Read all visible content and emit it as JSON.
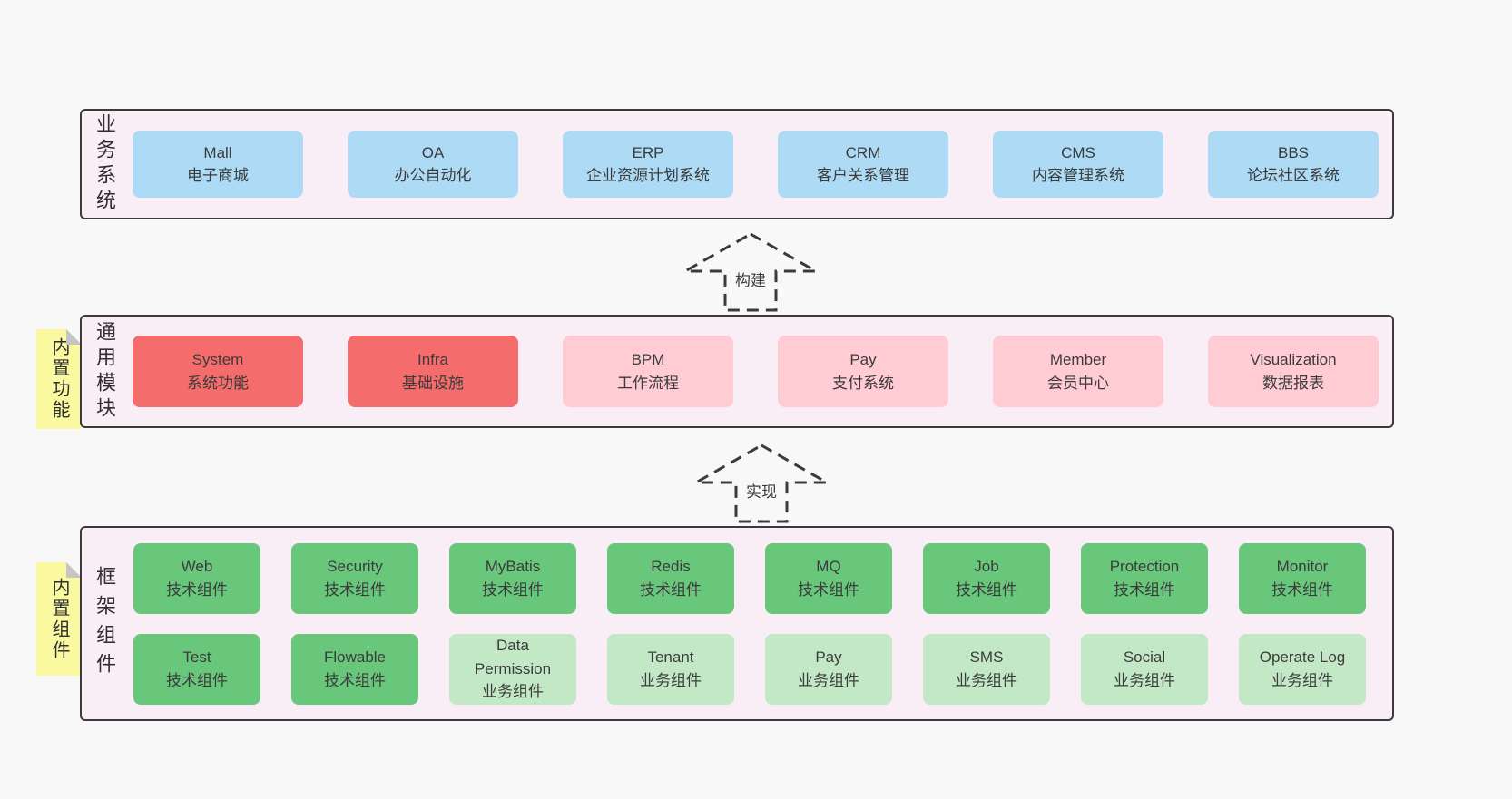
{
  "colors": {
    "page_bg": "#f8f8f8",
    "panel_bg": "#f9edf6",
    "panel_border": "#3a3a3a",
    "blue": "#addbf6",
    "red": "#f56c6c",
    "pink": "#ffccd3",
    "green_dark": "#68c77b",
    "green_light": "#c3e8c6",
    "yellow": "#fbf9a0",
    "fold": "#c5c5c5",
    "text": "#3b3b3b"
  },
  "arrows": {
    "build": "构建",
    "implement": "实现"
  },
  "sections": {
    "business": {
      "label": "业务系统",
      "boxes": [
        {
          "name": "Mall",
          "sub": "电子商城"
        },
        {
          "name": "OA",
          "sub": "办公自动化"
        },
        {
          "name": "ERP",
          "sub": "企业资源计划系统"
        },
        {
          "name": "CRM",
          "sub": "客户关系管理"
        },
        {
          "name": "CMS",
          "sub": "内容管理系统"
        },
        {
          "name": "BBS",
          "sub": "论坛社区系统"
        }
      ]
    },
    "modules": {
      "label": "通用模块",
      "sticky": "内置功能",
      "boxes": [
        {
          "name": "System",
          "sub": "系统功能"
        },
        {
          "name": "Infra",
          "sub": "基础设施"
        },
        {
          "name": "BPM",
          "sub": "工作流程"
        },
        {
          "name": "Pay",
          "sub": "支付系统"
        },
        {
          "name": "Member",
          "sub": "会员中心"
        },
        {
          "name": "Visualization",
          "sub": "数据报表"
        }
      ]
    },
    "components": {
      "label": "框架组件",
      "sticky": "内置组件",
      "row1": [
        {
          "name": "Web",
          "sub": "技术组件"
        },
        {
          "name": "Security",
          "sub": "技术组件"
        },
        {
          "name": "MyBatis",
          "sub": "技术组件"
        },
        {
          "name": "Redis",
          "sub": "技术组件"
        },
        {
          "name": "MQ",
          "sub": "技术组件"
        },
        {
          "name": "Job",
          "sub": "技术组件"
        },
        {
          "name": "Protection",
          "sub": "技术组件"
        },
        {
          "name": "Monitor",
          "sub": "技术组件"
        }
      ],
      "row2": [
        {
          "name": "Test",
          "sub": "技术组件"
        },
        {
          "name": "Flowable",
          "sub": "技术组件"
        },
        {
          "name": "Data Permission",
          "sub": "业务组件"
        },
        {
          "name": "Tenant",
          "sub": "业务组件"
        },
        {
          "name": "Pay",
          "sub": "业务组件"
        },
        {
          "name": "SMS",
          "sub": "业务组件"
        },
        {
          "name": "Social",
          "sub": "业务组件"
        },
        {
          "name": "Operate Log",
          "sub": "业务组件"
        }
      ]
    }
  }
}
